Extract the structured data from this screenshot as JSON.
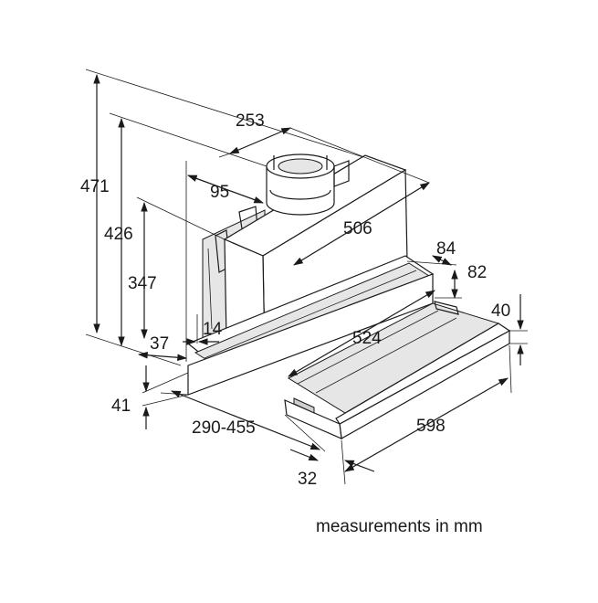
{
  "diagram": {
    "caption": "measurements in mm",
    "dimensions": {
      "d471": "471",
      "d426": "426",
      "d347": "347",
      "d253": "253",
      "d95": "95",
      "d506": "506",
      "d84": "84",
      "d82": "82",
      "d40": "40",
      "d524": "524",
      "d14": "14",
      "d37": "37",
      "d41": "41",
      "d290_455": "290-455",
      "d598": "598",
      "d32": "32"
    }
  }
}
